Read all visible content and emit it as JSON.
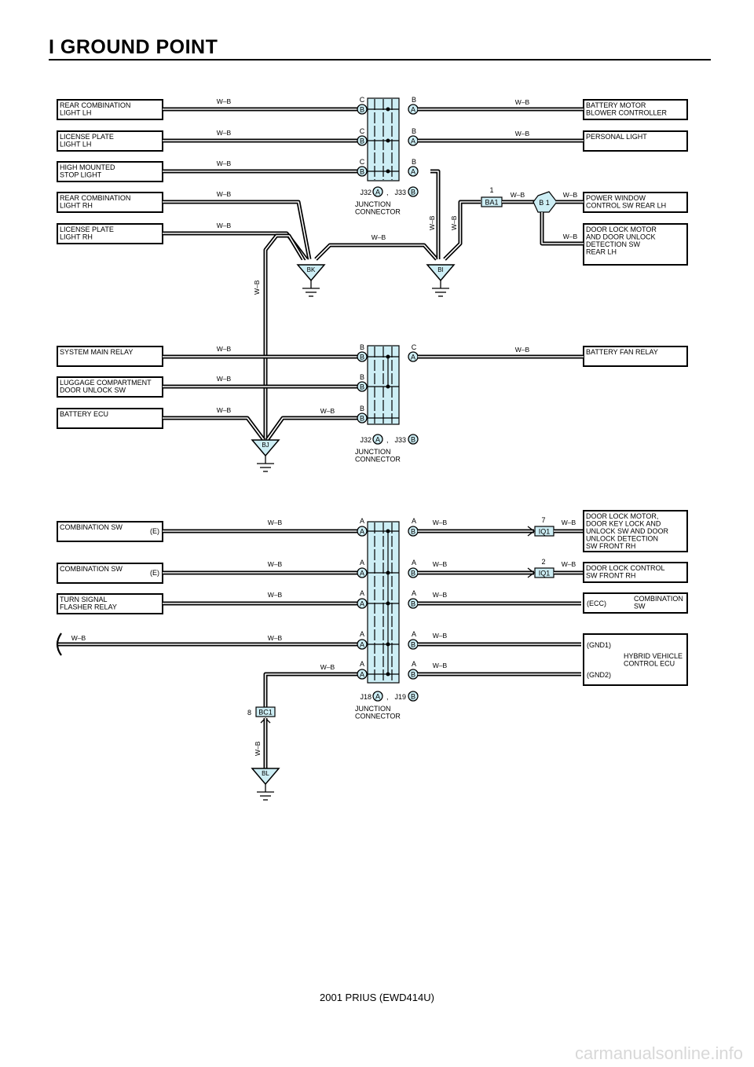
{
  "page": {
    "title": "I  GROUND POINT",
    "footer": "2001 PRIUS (EWD414U)",
    "watermark": "carmanualsonline.info"
  },
  "colors": {
    "connector_fill": "#cdeef5",
    "line": "#000000",
    "background": "#ffffff"
  },
  "wire_color": "W–B",
  "section1": {
    "left_components": [
      "REAR COMBINATION\nLIGHT LH",
      "LICENSE PLATE\nLIGHT LH",
      "HIGH MOUNTED\nSTOP LIGHT",
      "REAR COMBINATION\nLIGHT RH",
      "LICENSE PLATE\nLIGHT RH"
    ],
    "right_components": [
      "BATTERY MOTOR\nBLOWER CONTROLLER",
      "PERSONAL LIGHT",
      "POWER WINDOW\nCONTROL SW REAR LH",
      "DOOR LOCK MOTOR\nAND DOOR UNLOCK\nDETECTION SW\nREAR LH"
    ],
    "junction_left_pins": [
      {
        "top": "C",
        "circle": "B"
      },
      {
        "top": "C",
        "circle": "B"
      },
      {
        "top": "C",
        "circle": "B"
      }
    ],
    "junction_right_pins": [
      {
        "top": "B",
        "circle": "A"
      },
      {
        "top": "B",
        "circle": "A"
      },
      {
        "top": "B",
        "circle": "A"
      }
    ],
    "junction_ids": {
      "left": "J32",
      "left_circle": "A",
      "sep": ",",
      "right": "J33",
      "right_circle": "B"
    },
    "junction_label": "JUNCTION\nCONNECTOR",
    "connector_ba1": {
      "id": "BA1",
      "pin": "1"
    },
    "splice_b1": "B 1",
    "grounds": [
      "BK",
      "BI"
    ]
  },
  "section2": {
    "left_components": [
      "SYSTEM MAIN RELAY",
      "LUGGAGE COMPARTMENT\nDOOR UNLOCK SW",
      "BATTERY ECU"
    ],
    "right_components": [
      "BATTERY FAN RELAY"
    ],
    "junction_left_pins": [
      {
        "top": "B",
        "circle": "B"
      },
      {
        "top": "B",
        "circle": "B"
      },
      {
        "top": "B",
        "circle": "B"
      }
    ],
    "junction_right_pins": [
      {
        "top": "C",
        "circle": "A"
      }
    ],
    "junction_ids": {
      "left": "J32",
      "left_circle": "A",
      "sep": ",",
      "right": "J33",
      "right_circle": "B"
    },
    "junction_label": "JUNCTION\nCONNECTOR",
    "ground": "BJ"
  },
  "section3": {
    "left_components": [
      {
        "name": "COMBINATION SW",
        "pin": "(E)"
      },
      {
        "name": "COMBINATION SW",
        "pin": "(E)"
      },
      {
        "name": "TURN SIGNAL\nFLASHER RELAY",
        "pin": ""
      }
    ],
    "right_components": [
      {
        "name": "DOOR LOCK MOTOR,\nDOOR KEY LOCK AND\nUNLOCK SW AND DOOR\nUNLOCK DETECTION\nSW FRONT RH"
      },
      {
        "name": "DOOR LOCK CONTROL\nSW FRONT RH"
      },
      {
        "name": "COMBINATION\nSW",
        "pin": "(ECC)"
      },
      {
        "name": "HYBRID VEHICLE\nCONTROL ECU",
        "pin1": "(GND1)",
        "pin2": "(GND2)"
      }
    ],
    "junction_left_pins": [
      {
        "top": "A",
        "circle": "A"
      },
      {
        "top": "A",
        "circle": "A"
      },
      {
        "top": "A",
        "circle": "A"
      },
      {
        "top": "A",
        "circle": "A"
      },
      {
        "top": "A",
        "circle": "A"
      }
    ],
    "junction_right_pins": [
      {
        "top": "A",
        "circle": "B"
      },
      {
        "top": "A",
        "circle": "B"
      },
      {
        "top": "A",
        "circle": "B"
      },
      {
        "top": "A",
        "circle": "B"
      },
      {
        "top": "A",
        "circle": "B"
      }
    ],
    "junction_ids": {
      "left": "J18",
      "left_circle": "A",
      "sep": ",",
      "right": "J19",
      "right_circle": "B"
    },
    "junction_label": "JUNCTION\nCONNECTOR",
    "connectors_iq1": [
      {
        "id": "IQ1",
        "pin": "7"
      },
      {
        "id": "IQ1",
        "pin": "2"
      }
    ],
    "connector_bc1": {
      "id": "BC1",
      "pin": "8"
    },
    "ground": "BL"
  }
}
